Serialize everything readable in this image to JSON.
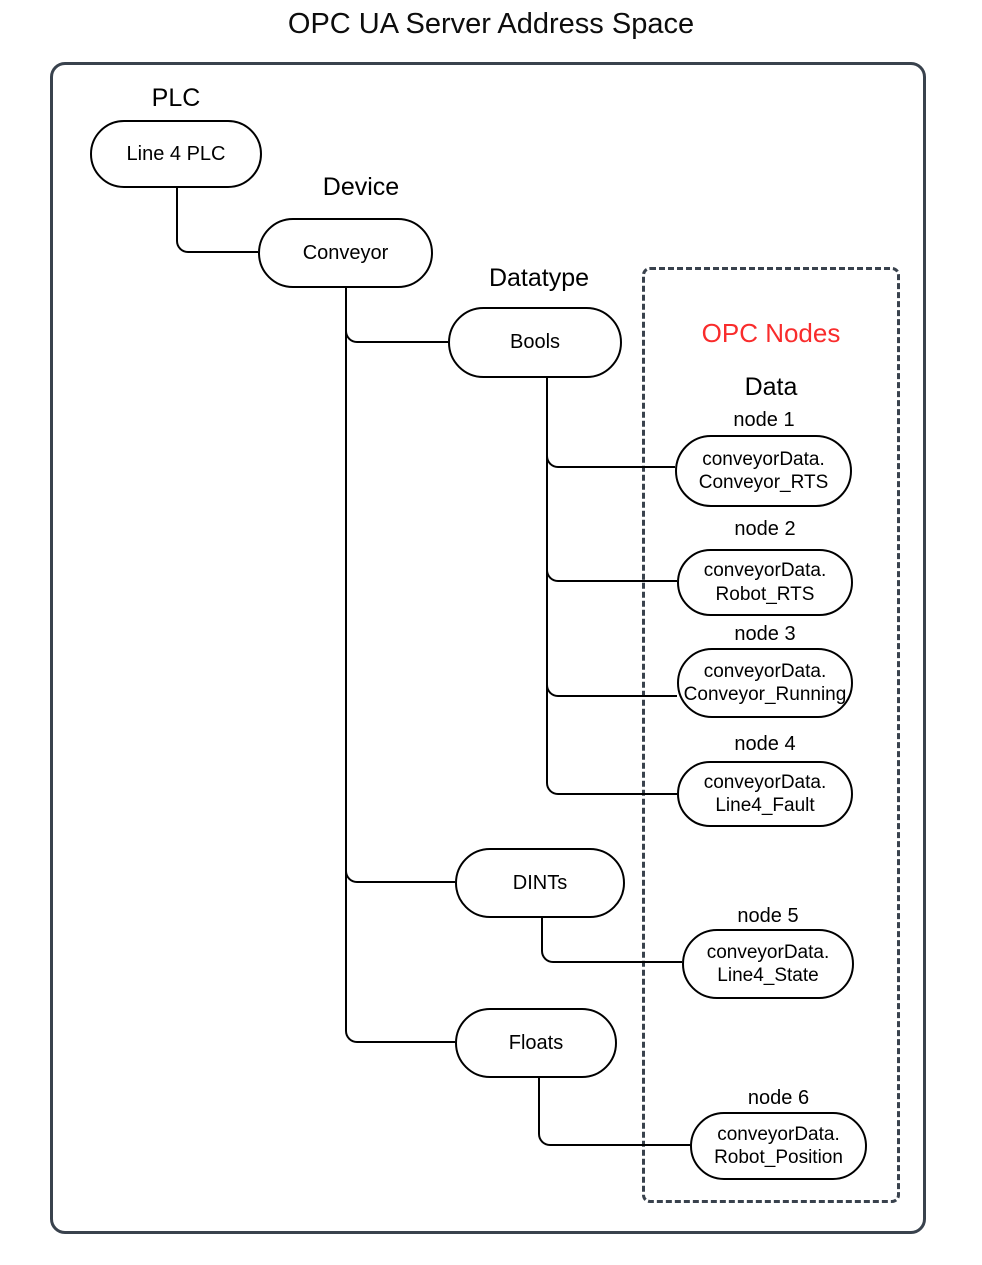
{
  "title": "OPC UA Server Address Space",
  "colors": {
    "frame_border": "#39424d",
    "opc_nodes_red": "#f92c2c",
    "line": "#000000",
    "background": "#ffffff"
  },
  "sections": {
    "plc": "PLC",
    "device": "Device",
    "datatype": "Datatype",
    "opc_nodes": "OPC Nodes",
    "data": "Data"
  },
  "plc": {
    "node": "Line 4 PLC"
  },
  "device": {
    "node": "Conveyor"
  },
  "datatypes": {
    "bools": "Bools",
    "dints": "DINTs",
    "floats": "Floats"
  },
  "nodes": [
    {
      "label": "node 1",
      "line1": "conveyorData.",
      "line2": "Conveyor_RTS"
    },
    {
      "label": "node 2",
      "line1": "conveyorData.",
      "line2": "Robot_RTS"
    },
    {
      "label": "node 3",
      "line1": "conveyorData.",
      "line2": "Conveyor_Running"
    },
    {
      "label": "node 4",
      "line1": "conveyorData.",
      "line2": "Line4_Fault"
    },
    {
      "label": "node 5",
      "line1": "conveyorData.",
      "line2": "Line4_State"
    },
    {
      "label": "node 6",
      "line1": "conveyorData.",
      "line2": "Robot_Position"
    }
  ]
}
